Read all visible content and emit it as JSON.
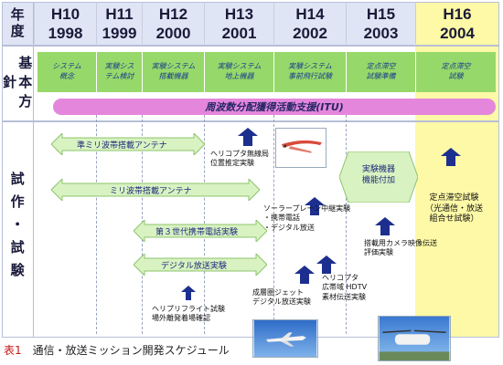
{
  "header": {
    "row_label": "年度",
    "years": [
      {
        "era": "H10",
        "year": "1998"
      },
      {
        "era": "H11",
        "year": "1999"
      },
      {
        "era": "H12",
        "year": "2000"
      },
      {
        "era": "H13",
        "year": "2001"
      },
      {
        "era": "H14",
        "year": "2002"
      },
      {
        "era": "H15",
        "year": "2003"
      },
      {
        "era": "H16",
        "year": "2004"
      }
    ]
  },
  "plan": {
    "row_label": "基本方針",
    "cells": [
      "システム\n概念",
      "実験シス\nテム検討",
      "実験システム\n搭載機器",
      "実験システム\n地上機器",
      "実験システム\n事前飛行試験",
      "定点滞空\n試験準備",
      "定点滞空\n試験"
    ],
    "itu_bar": "周波数分配獲得活動支援(ITU)"
  },
  "trials": {
    "row_label": "試作・試験",
    "arrows": [
      "準ミリ波帯搭載アンテナ",
      "ミリ波帯搭載アンテナ",
      "第３世代携帯電話実験",
      "デジタル放送実験"
    ],
    "equipment_box": "実験機器\n機能付加",
    "notes": {
      "heli_position": "ヘリコプタ無線局\n位置推定実験",
      "solar_plane": "ソーラープレーン中継実験\n・携帯電話\n・デジタル放送",
      "heli_flight": "ヘリプリフライト試験\n場外離発着場確認",
      "jet": "成層圏ジェット\nデジタル放送実験",
      "heli_hdtv": "ヘリコプタ\n広帯域 HDTV\n素材伝送実験",
      "camera": "搭載用カメラ映像伝送\n評価実験",
      "fixed_point": "定点滞空試験\n（光通信・放送\n組合せ試験）"
    }
  },
  "caption": {
    "number": "表1",
    "text": "通信・放送ミッション開発スケジュール"
  },
  "colors": {
    "header_bg": "#dfe5f4",
    "highlight_2004": "#fdf9a6",
    "plan_green": "#97d86a",
    "itu_pink": "#e487dc",
    "arrow_green": "#d9f2c2",
    "arrow_border": "#8cc46b",
    "up_arrow_blue": "#1d2f8e"
  }
}
